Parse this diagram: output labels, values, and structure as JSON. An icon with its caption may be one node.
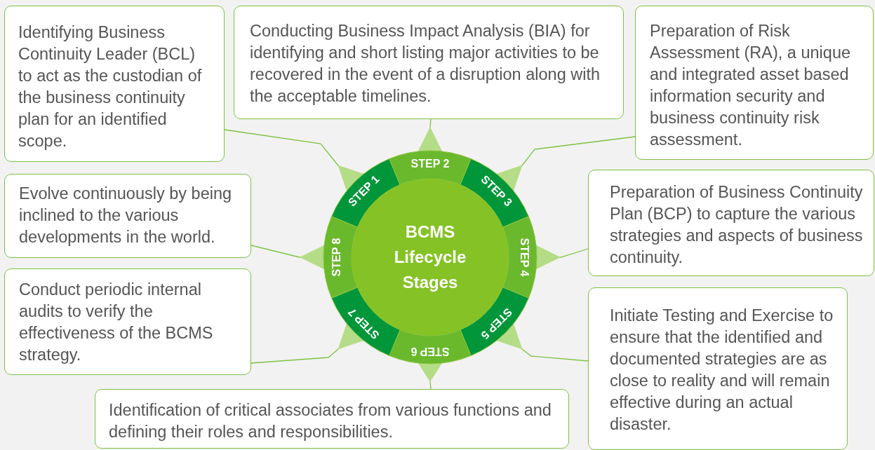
{
  "diagram": {
    "nodes": [
      {
        "text": [
          "BCMS Lifecycle Stages"
        ]
      },
      {
        "text": [
          "STEP 1"
        ]
      },
      {
        "text": [
          "STEP 2"
        ]
      },
      {
        "text": [
          "STEP 3"
        ]
      },
      {
        "text": [
          "STEP 4"
        ]
      },
      {
        "text": [
          "STEP 5"
        ]
      },
      {
        "text": [
          "STEP 6"
        ]
      },
      {
        "text": [
          "STEP 7"
        ]
      },
      {
        "text": [
          "STEP 8"
        ]
      },
      {
        "text": [
          "Identifying Business Continuity Leader (BCL) to act as the custodian of the business continuity plan for an identified scope."
        ]
      },
      {
        "text": [
          "Conducting Business Impact Analysis (BIA) for identifying and short listing major activities to be recovered in the event of a disruption along with the acceptable timelines."
        ]
      },
      {
        "text": [
          "Preparation of Risk Assessment (RA), a unique and integrated asset based information security and business continuity risk assessment."
        ]
      },
      {
        "text": [
          "Preparation of Business Continuity Plan (BCP) to capture the various strategies and aspects of business continuity."
        ]
      },
      {
        "text": [
          "Initiate Testing and Exercise to ensure that the identified and documented strategies are as close to reality and will remain effective during an actual disaster."
        ]
      },
      {
        "text": [
          "Identification of critical associates from various functions and defining their roles and responsibilities."
        ]
      },
      {
        "text": [
          "Conduct periodic internal audits to verify the effectiveness of the BCMS strategy."
        ]
      },
      {
        "text": [
          "Evolve continuously by being inclined to the various developments in the world."
        ]
      }
    ],
    "edges": [
      {
        "from": 1,
        "to": 9,
        "arrow": "none"
      },
      {
        "from": 2,
        "to": 10,
        "arrow": "none"
      },
      {
        "from": 3,
        "to": 11,
        "arrow": "none"
      },
      {
        "from": 4,
        "to": 12,
        "arrow": "none"
      },
      {
        "from": 5,
        "to": 13,
        "arrow": "none"
      },
      {
        "from": 6,
        "to": 14,
        "arrow": "none"
      },
      {
        "from": 7,
        "to": 15,
        "arrow": "none"
      },
      {
        "from": 8,
        "to": 16,
        "arrow": "none"
      }
    ]
  }
}
